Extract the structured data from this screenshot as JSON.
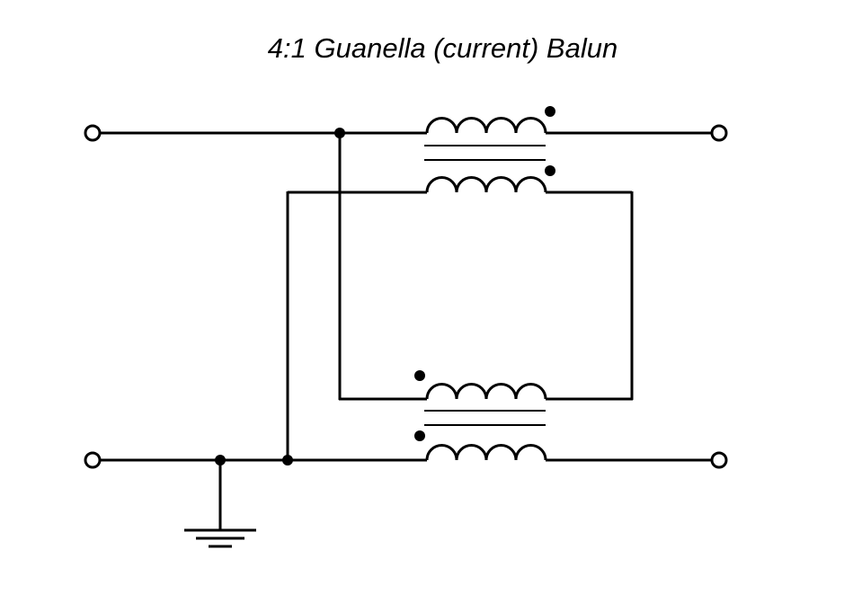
{
  "diagram": {
    "title": "4:1 Guanella (current) Balun",
    "type": "circuit-schematic",
    "components": [
      {
        "type": "terminal",
        "name": "input-top"
      },
      {
        "type": "terminal",
        "name": "input-bottom"
      },
      {
        "type": "terminal",
        "name": "output-top"
      },
      {
        "type": "terminal",
        "name": "output-bottom"
      },
      {
        "type": "transformer",
        "name": "upper-transformer",
        "windings": 2,
        "core": "double-line"
      },
      {
        "type": "transformer",
        "name": "lower-transformer",
        "windings": 2,
        "core": "double-line"
      },
      {
        "type": "ground",
        "name": "ground"
      }
    ],
    "colors": {
      "line": "#000000",
      "background": "#ffffff"
    }
  }
}
